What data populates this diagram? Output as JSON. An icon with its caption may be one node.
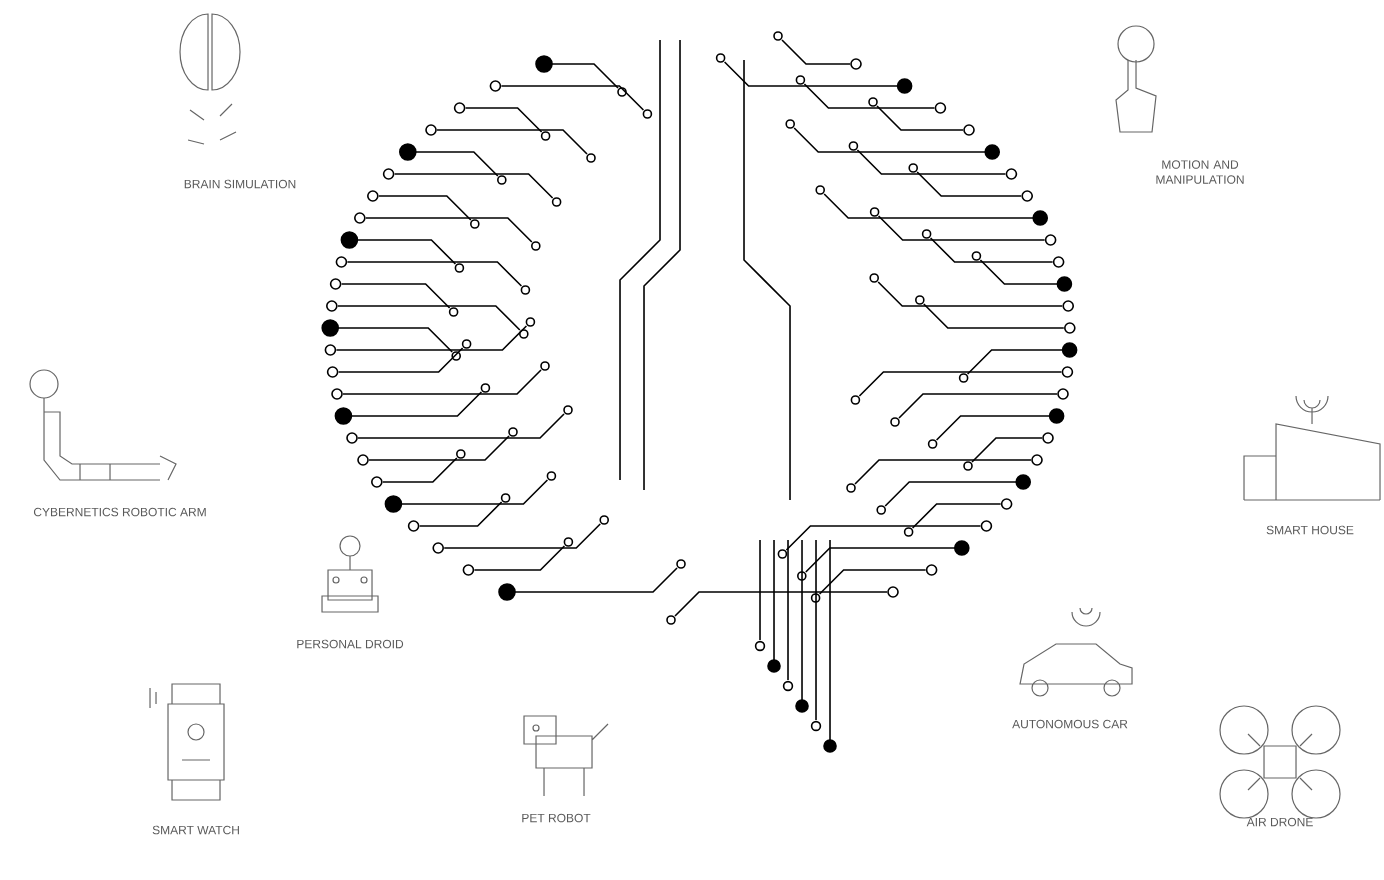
{
  "diagram": {
    "labels": [
      "BRAIN SIMULATION",
      "MOTION AND MANIPULATION",
      "CYBERNETICS ROBOTIC ARM",
      "SMART HOUSE",
      "PERSONAL DROID",
      "AUTONOMOUS CAR",
      "SMART WATCH",
      "PET ROBOT",
      "AIR DRONE"
    ]
  }
}
